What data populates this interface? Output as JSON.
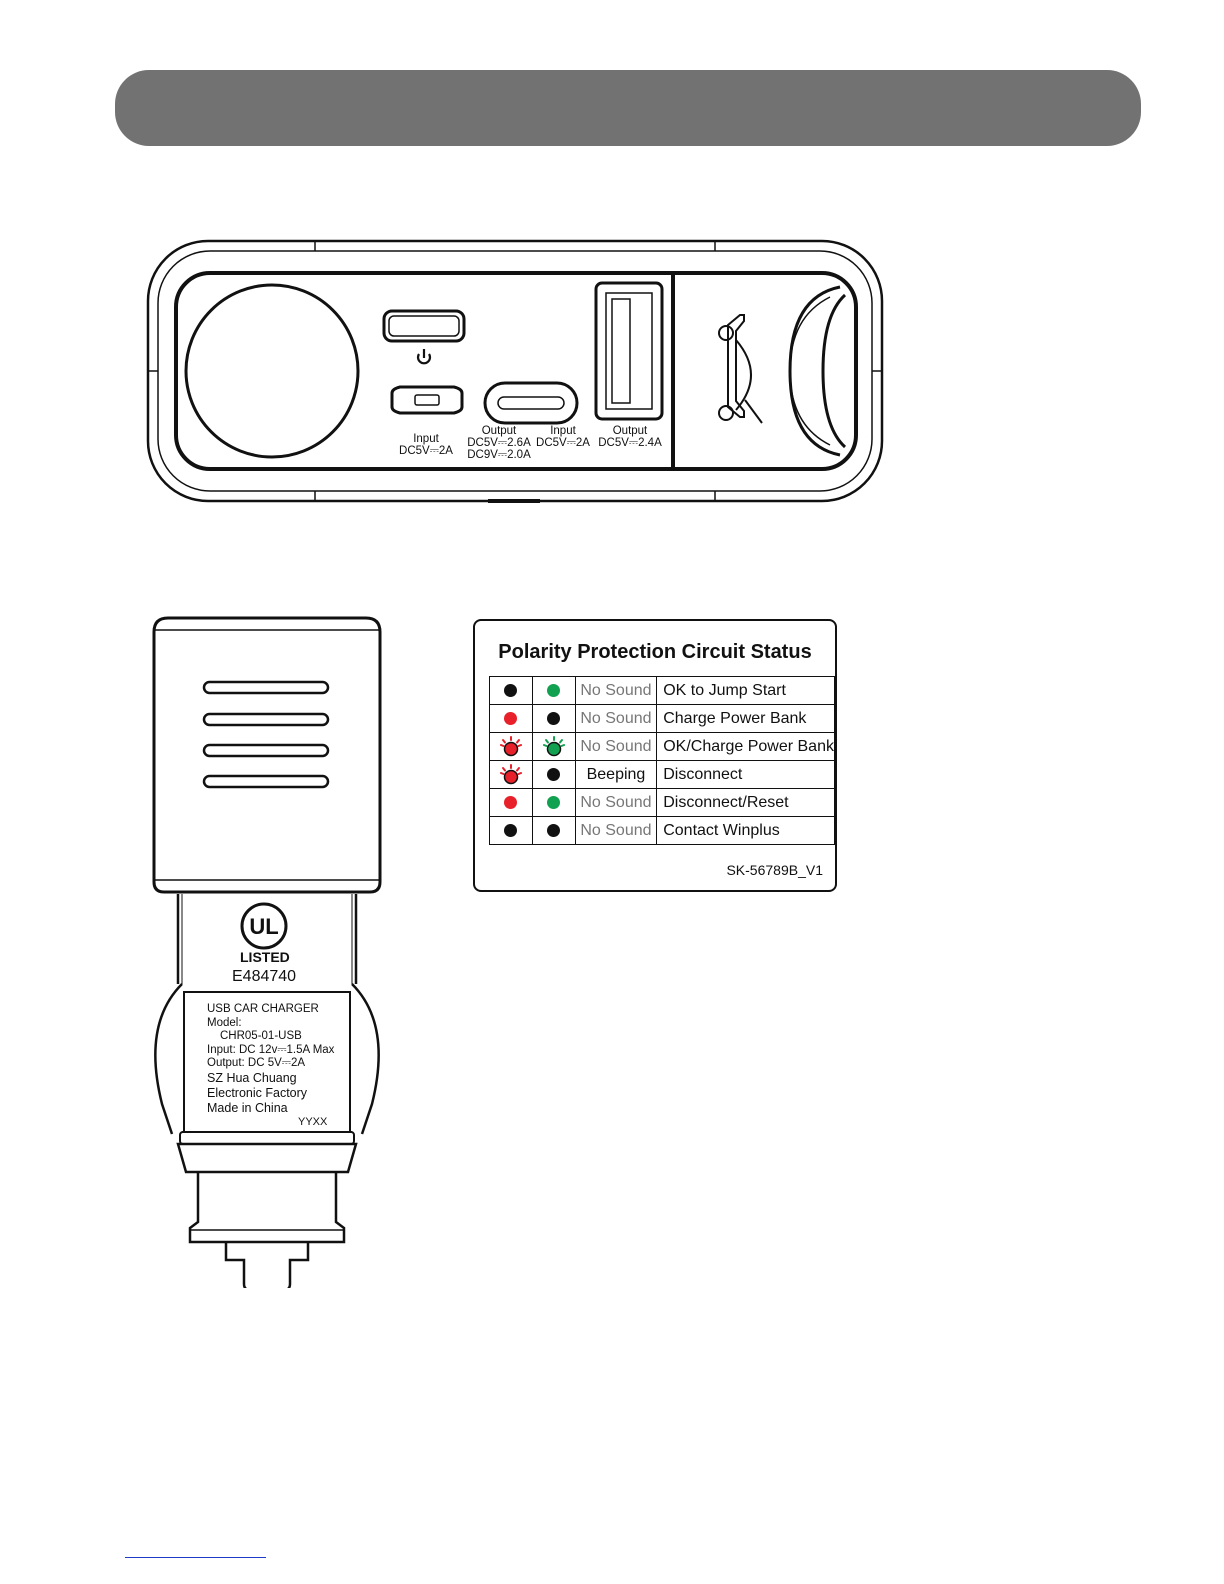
{
  "header": {
    "color": "#727272"
  },
  "device": {
    "power_icon": "power-icon",
    "ports": [
      {
        "name": "micro-usb",
        "direction": "Input",
        "rating": "DC5V⎓2A",
        "rating2": ""
      },
      {
        "name": "usb-c",
        "direction": "Output",
        "rating": "DC5V⎓2.6A",
        "rating2": "DC9V⎓2.0A"
      },
      {
        "name": "usb-c-input",
        "direction": "Input",
        "rating": "DC5V⎓2A",
        "rating2": ""
      },
      {
        "name": "usb-a",
        "direction": "Output",
        "rating": "DC5V⎓2.4A",
        "rating2": ""
      }
    ]
  },
  "charger": {
    "ul_mark": "UL",
    "ul_listed": "LISTED",
    "ul_number": "E484740",
    "label_lines": [
      "USB CAR CHARGER",
      "Model:",
      "CHR05-01-USB",
      "Input: DC 12v⎓1.5A Max",
      "Output: DC 5V⎓2A",
      "SZ Hua Chuang",
      "Electronic Factory",
      "Made in China"
    ],
    "date_code": "YYXX"
  },
  "status": {
    "title": "Polarity Protection Circuit Status",
    "code": "SK-56789B_V1",
    "colors": {
      "black": "#111111",
      "red": "#e8202a",
      "green": "#12a150"
    },
    "rows": [
      {
        "led1": "black",
        "led1_flash": false,
        "led2": "green",
        "led2_flash": false,
        "sound": "No Sound",
        "meaning": "OK to Jump Start"
      },
      {
        "led1": "red",
        "led1_flash": false,
        "led2": "black",
        "led2_flash": false,
        "sound": "No Sound",
        "meaning": "Charge Power Bank"
      },
      {
        "led1": "red",
        "led1_flash": true,
        "led2": "green",
        "led2_flash": true,
        "sound": "No Sound",
        "meaning": "OK/Charge Power Bank"
      },
      {
        "led1": "red",
        "led1_flash": true,
        "led2": "black",
        "led2_flash": false,
        "sound": "Beeping",
        "meaning": "Disconnect"
      },
      {
        "led1": "red",
        "led1_flash": false,
        "led2": "green",
        "led2_flash": false,
        "sound": "No Sound",
        "meaning": "Disconnect/Reset"
      },
      {
        "led1": "black",
        "led1_flash": false,
        "led2": "black",
        "led2_flash": false,
        "sound": "No Sound",
        "meaning": "Contact Winplus"
      }
    ]
  }
}
